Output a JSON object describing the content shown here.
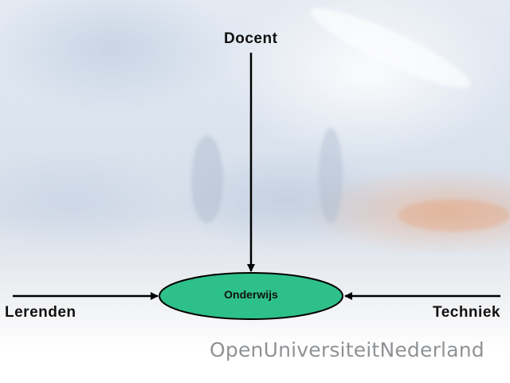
{
  "diagram": {
    "top_node": "Docent",
    "left_node": "Lerenden",
    "right_node": "Techniek",
    "center_node": "Onderwijs",
    "center_color": "#2ec08a",
    "arrow_color": "#000000"
  },
  "footer": {
    "logo_parts": [
      "Open",
      "Universiteit",
      "Nederland"
    ],
    "logo_color": "#8f9295"
  }
}
